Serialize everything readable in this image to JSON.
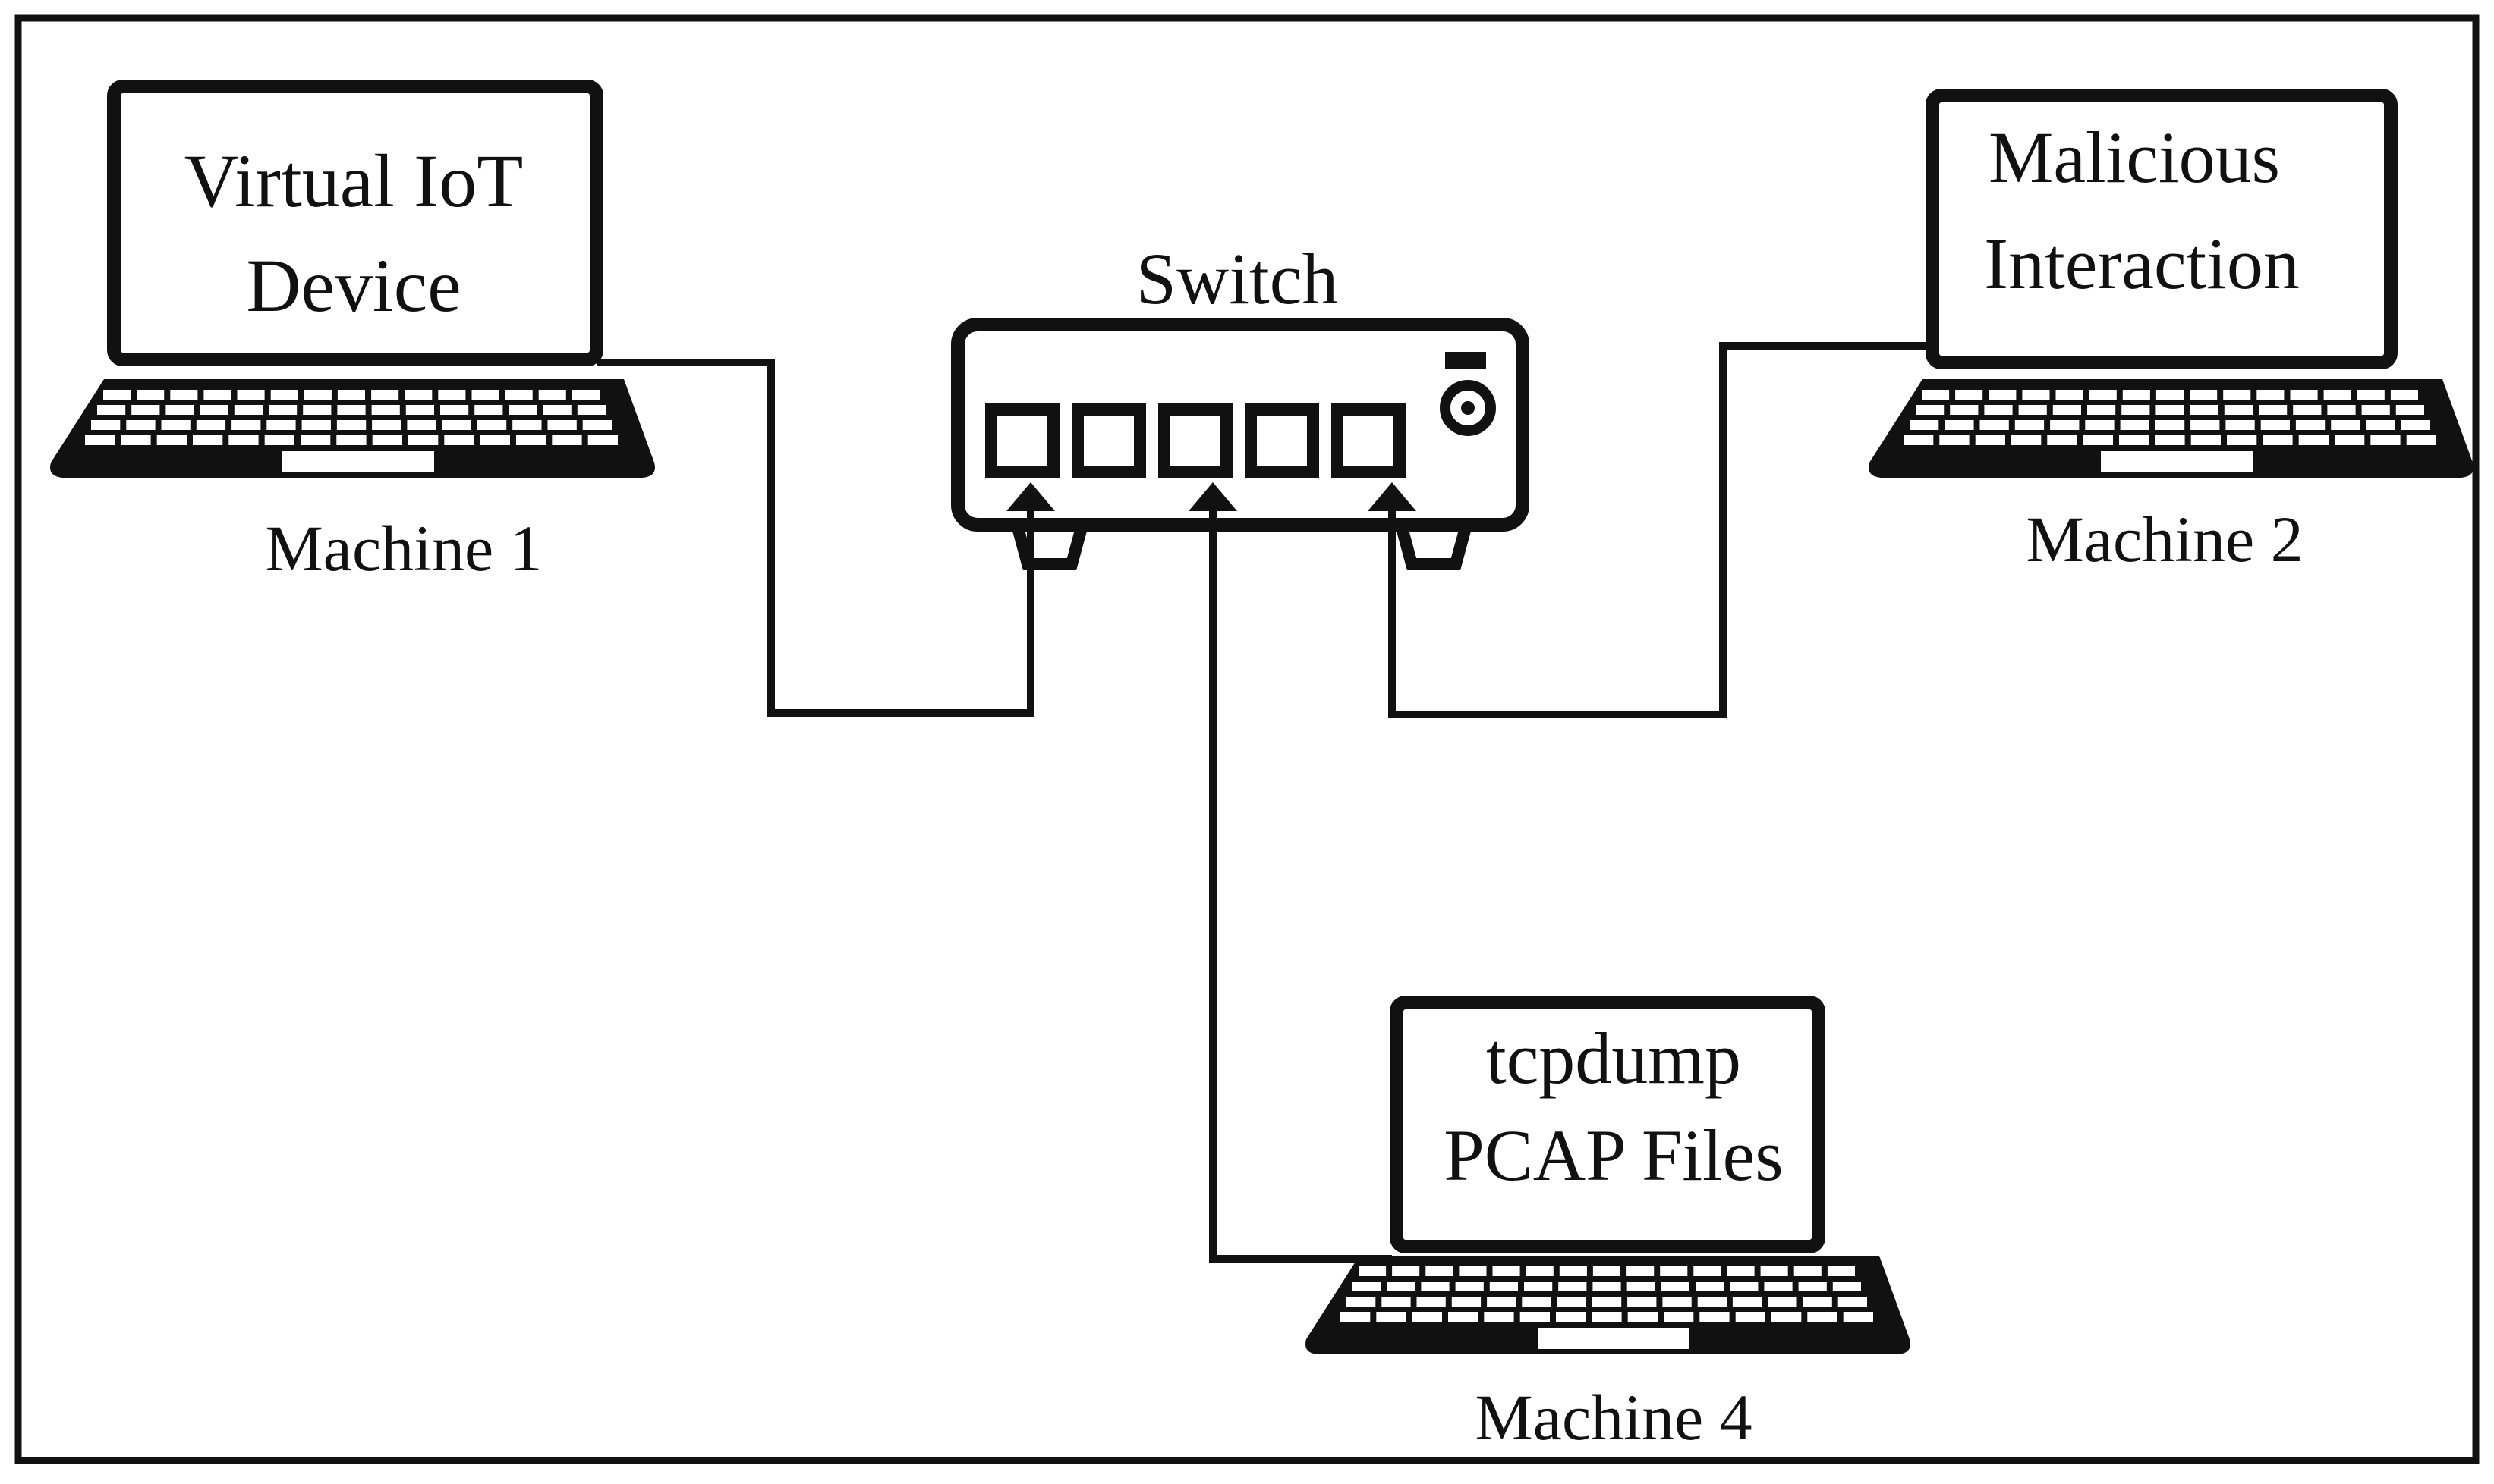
{
  "diagram": {
    "switch": {
      "label": "Switch"
    },
    "machine1": {
      "screen_line1": "Virtual IoT",
      "screen_line2": "Device",
      "caption": "Machine 1"
    },
    "machine2": {
      "screen_line1": "Malicious",
      "screen_line2": "Interaction",
      "caption": "Machine 2"
    },
    "machine4": {
      "screen_line1": "tcpdump",
      "screen_line2": "PCAP Files",
      "caption": "Machine 4"
    }
  },
  "colors": {
    "ink": "#111111",
    "background": "#ffffff"
  }
}
